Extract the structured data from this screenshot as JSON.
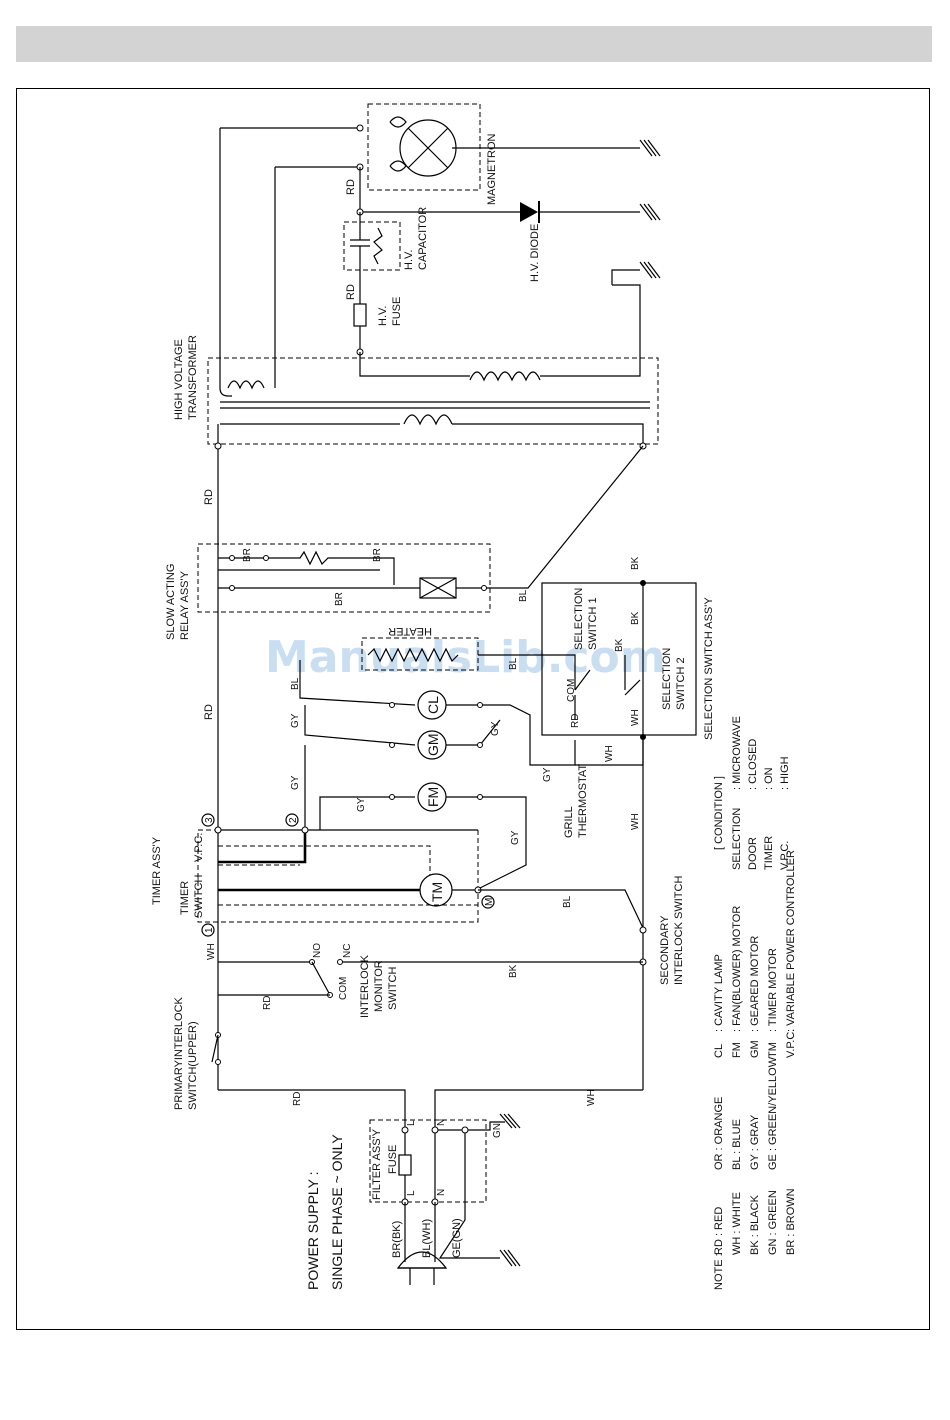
{
  "watermark": "ManualsLib.com",
  "components": {
    "magnetron": "MAGNETRON",
    "hv_diode": "H.V. DIODE",
    "hv_capacitor_1": "H.V.",
    "hv_capacitor_2": "CAPACITOR",
    "hv_fuse_1": "H.V.",
    "hv_fuse_2": "FUSE",
    "hv_transformer_1": "HIGH VOLTAGE",
    "hv_transformer_2": "TRANSFORMER",
    "relay_1": "SLOW ACTING",
    "relay_2": "RELAY ASS'Y",
    "heater": "HEATER",
    "selection_switch_1a": "SELECTION",
    "selection_switch_1b": "SWITCH 1",
    "selection_switch_2a": "SELECTION",
    "selection_switch_2b": "SWITCH 2",
    "selection_assy": "SELECTION SWITCH ASS'Y",
    "grill_thermostat_1": "GRILL",
    "grill_thermostat_2": "THERMOSTAT",
    "timer_assy": "TIMER ASS'Y",
    "timer_switch_1": "TIMER",
    "timer_switch_2": "SWITCH",
    "vpc": "V.P.C.",
    "secondary_1": "SECONDARY",
    "secondary_2": "INTERLOCK SWITCH",
    "monitor_1": "INTERLOCK",
    "monitor_2": "MONITOR",
    "monitor_3": "SWITCH",
    "primary_1": "PRIMARYINTERLOCK",
    "primary_2": "SWITCH(UPPER)",
    "filter_assy": "FILTER ASS'Y",
    "fuse": "FUSE",
    "power_1": "POWER SUPPLY :",
    "power_2": "SINGLE PHASE  ~ ONLY",
    "cl": "CL",
    "gm": "GM",
    "fm": "FM",
    "tm": "TM",
    "no": "NO",
    "nc": "NC",
    "com": "COM",
    "l": "L",
    "n": "N",
    "circle_1": "1",
    "circle_2": "2",
    "circle_3": "3",
    "circle_m": "M"
  },
  "wire_labels": {
    "rd": "RD",
    "bk": "BK",
    "br": "BR",
    "bl": "BL",
    "gy": "GY",
    "wh": "WH",
    "gn": "GN",
    "br_bk": "BR(BK)",
    "bl_wh": "BL(WH)",
    "ge_gn": "GE(GN)"
  },
  "condition": {
    "title": "[ CONDITION ]",
    "rows": [
      {
        "key": "SELECTION",
        "value": ": MICROWAVE"
      },
      {
        "key": "DOOR",
        "value": ": CLOSED"
      },
      {
        "key": "TIMER",
        "value": ": ON"
      },
      {
        "key": "V.P.C.",
        "value": ": HIGH"
      }
    ]
  },
  "abbreviations": [
    {
      "code": "CL",
      "desc": ": CAVITY LAMP"
    },
    {
      "code": "FM",
      "desc": ": FAN(BLOWER) MOTOR"
    },
    {
      "code": "GM",
      "desc": ": GEARED MOTOR"
    },
    {
      "code": "TM",
      "desc": ": TIMER MOTOR"
    },
    {
      "code": "V.P.C.",
      "desc": ": VARIABLE POWER CONTROLLER"
    }
  ],
  "color_note": {
    "prefix": "NOTE :",
    "col1": [
      "RD : RED",
      "WH : WHITE",
      "BK : BLACK",
      "GN : GREEN",
      "BR : BROWN"
    ],
    "col2": [
      "OR : ORANGE",
      "BL : BLUE",
      "GY : GRAY",
      "GE : GREEN/YELLOW"
    ]
  }
}
